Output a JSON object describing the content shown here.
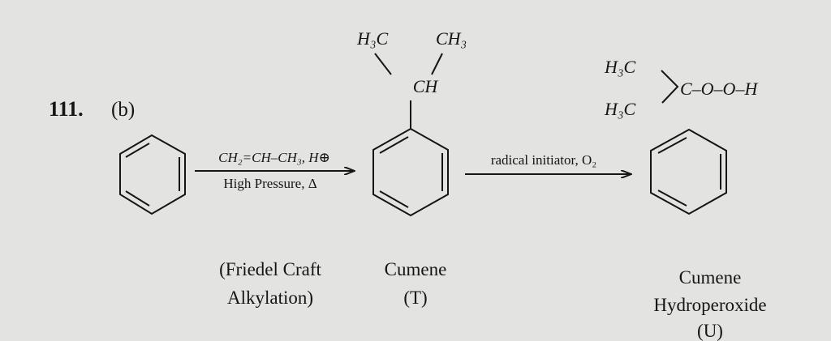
{
  "question": {
    "number": "111.",
    "option": "(b)"
  },
  "step1": {
    "reagent_line1": "CH₂=CH–CH₃, H⊕",
    "reagent_line2": "High Pressure, Δ",
    "label_line1": "(Friedel Craft",
    "label_line2": "Alkylation)"
  },
  "cumene": {
    "left_methyl": "H₃C",
    "right_methyl": "CH₃",
    "ch": "CH",
    "name": "Cumene",
    "tag": "(T)"
  },
  "step2": {
    "reagent": "radical initiator, O₂"
  },
  "hydroperoxide": {
    "top_methyl": "H₃C",
    "bottom_methyl": "H₃C",
    "chain": "C–O–O–H",
    "name_line1": "Cumene",
    "name_line2": "Hydroperoxide",
    "tag": "(U)"
  }
}
